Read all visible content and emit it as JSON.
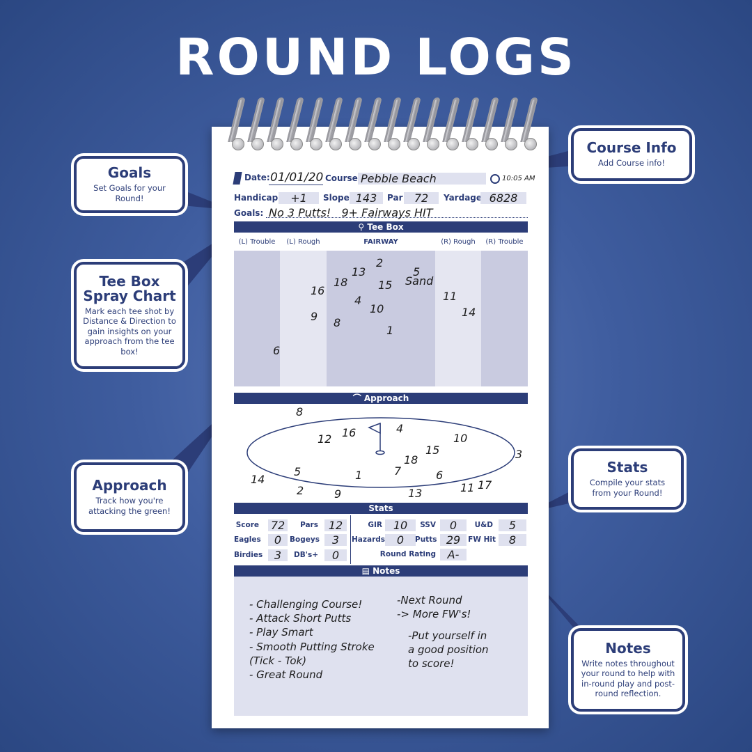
{
  "title": "ROUND LOGS",
  "header": {
    "date_label": "Date:",
    "date_value": "01/01/20",
    "course_label": "Course",
    "course_value": "Pebble Beach",
    "time_value": "10:05 AM",
    "handicap_label": "Handicap",
    "handicap_value": "+1",
    "slope_label": "Slope",
    "slope_value": "143",
    "par_label": "Par",
    "par_value": "72",
    "yardage_label": "Yardage",
    "yardage_value": "6828",
    "goals_label": "Goals:",
    "goals_value": "No 3 Putts!   9+ Fairways HIT"
  },
  "tee_box": {
    "bar_label": "Tee Box",
    "columns": [
      "(L) Trouble",
      "(L) Rough",
      "FAIRWAY",
      "(R) Rough",
      "(R) Trouble"
    ],
    "shots": [
      "2",
      "13",
      "5",
      "Sand",
      "18",
      "15",
      "16",
      "4",
      "10",
      "11",
      "14",
      "9",
      "8",
      "1",
      "6"
    ]
  },
  "approach": {
    "bar_label": "Approach",
    "shots": [
      "8",
      "4",
      "16",
      "12",
      "10",
      "15",
      "18",
      "3",
      "7",
      "5",
      "1",
      "6",
      "14",
      "2",
      "9",
      "13",
      "11",
      "17"
    ]
  },
  "stats": {
    "bar_label": "Stats",
    "items": [
      {
        "label": "Score",
        "value": "72"
      },
      {
        "label": "Pars",
        "value": "12"
      },
      {
        "label": "Eagles",
        "value": "0"
      },
      {
        "label": "Bogeys",
        "value": "3"
      },
      {
        "label": "Birdies",
        "value": "3"
      },
      {
        "label": "DB's+",
        "value": "0"
      },
      {
        "label": "GIR",
        "value": "10"
      },
      {
        "label": "SSV",
        "value": "0"
      },
      {
        "label": "U&D",
        "value": "5"
      },
      {
        "label": "Hazards",
        "value": "0"
      },
      {
        "label": "Putts",
        "value": "29"
      },
      {
        "label": "FW Hit",
        "value": "8"
      },
      {
        "label": "Round Rating",
        "value": "A-"
      }
    ]
  },
  "notes": {
    "bar_label": "Notes",
    "left": "- Challenging Course!\n- Attack Short Putts\n- Play Smart\n- Smooth Putting Stroke\n(Tick - Tok)\n- Great Round",
    "right_top": "-Next Round\n-> More FW's!",
    "right_bottom": "-Put yourself in\na good position\nto score!"
  },
  "callouts": {
    "goals": {
      "title": "Goals",
      "text": "Set Goals for your Round!"
    },
    "tee_box": {
      "title": "Tee Box\nSpray Chart",
      "text": "Mark each tee shot by Distance & Direction to gain insights on your approach from the tee box!"
    },
    "approach": {
      "title": "Approach",
      "text": "Track how you're attacking the green!"
    },
    "course_info": {
      "title": "Course Info",
      "text": "Add Course info!"
    },
    "stats": {
      "title": "Stats",
      "text": "Compile your stats from your Round!"
    },
    "notes": {
      "title": "Notes",
      "text": "Write notes throughout your round to help with in-round play and post-round reflection."
    }
  },
  "colors": {
    "navy": "#2c3d78",
    "field": "#dfe1ef",
    "rough": "#e5e6f1",
    "trouble": "#c9cbe0"
  }
}
